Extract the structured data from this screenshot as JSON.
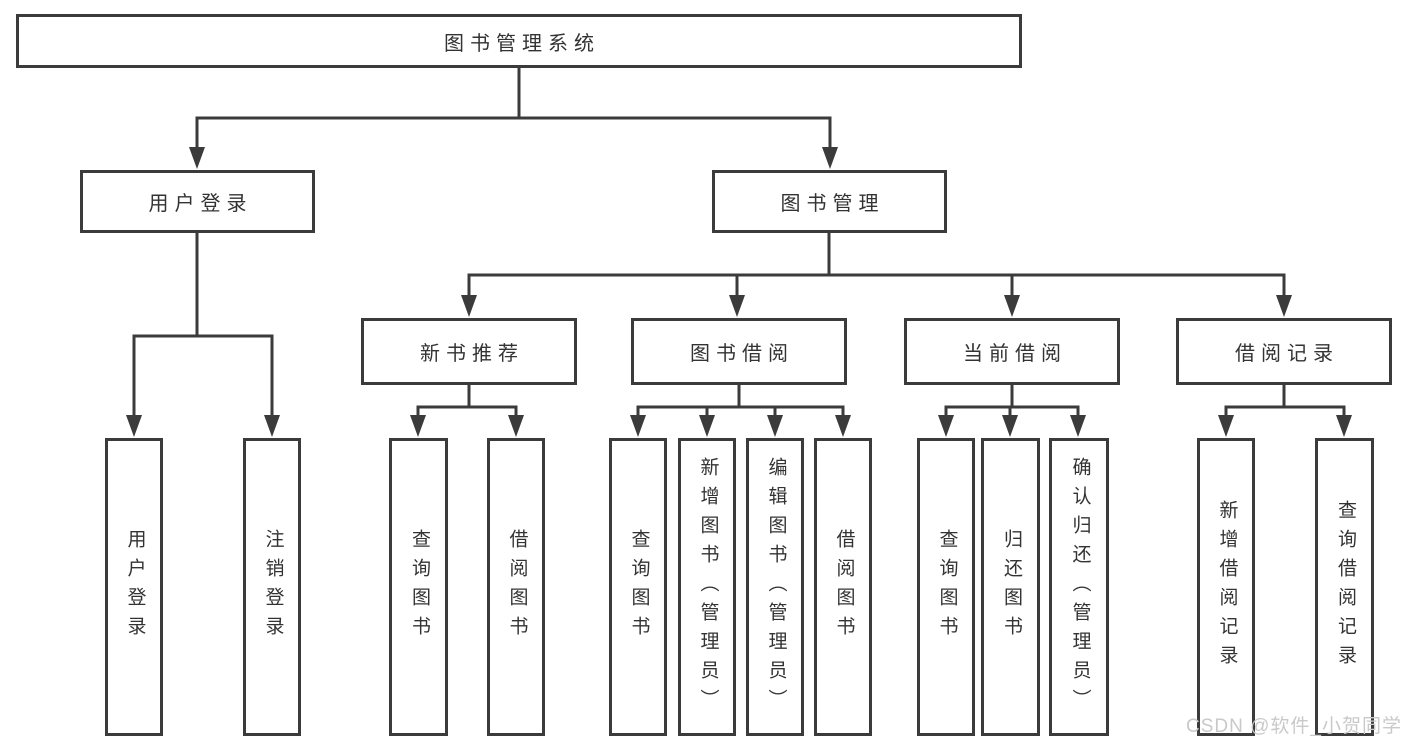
{
  "diagram": {
    "root": {
      "label": "图书管理系统"
    },
    "branches": [
      {
        "label": "用户登录",
        "children": [
          {
            "label": "用户登录"
          },
          {
            "label": "注销登录"
          }
        ]
      },
      {
        "label": "图书管理",
        "children": [
          {
            "label": "新书推荐",
            "children": [
              {
                "label": "查询图书"
              },
              {
                "label": "借阅图书"
              }
            ]
          },
          {
            "label": "图书借阅",
            "children": [
              {
                "label": "查询图书"
              },
              {
                "label": "新增图书（管理员）"
              },
              {
                "label": "编辑图书（管理员）"
              },
              {
                "label": "借阅图书"
              }
            ]
          },
          {
            "label": "当前借阅",
            "children": [
              {
                "label": "查询图书"
              },
              {
                "label": "归还图书"
              },
              {
                "label": "确认归还（管理员）"
              }
            ]
          },
          {
            "label": "借阅记录",
            "children": [
              {
                "label": "新增借阅记录"
              },
              {
                "label": "查询借阅记录"
              }
            ]
          }
        ]
      }
    ]
  },
  "watermark": {
    "text": "CSDN @软件_小贺同学"
  },
  "colors": {
    "line": "#3b3b3b",
    "text": "#333333",
    "watermark": "#c9c9c9",
    "background": "#ffffff"
  }
}
